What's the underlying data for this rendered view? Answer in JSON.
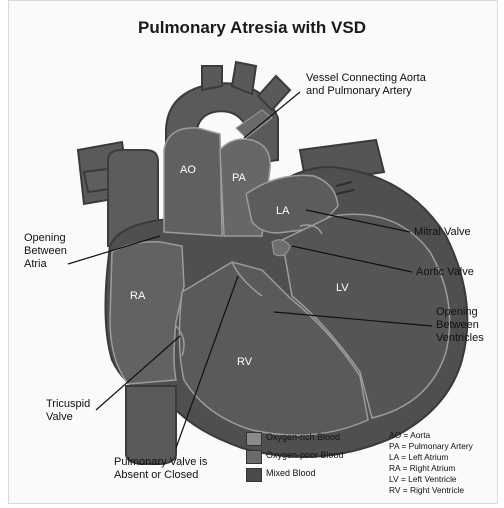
{
  "title": "Pulmonary Atresia with VSD",
  "labels": {
    "vessel_connecting": "Vessel Connecting Aorta\nand Pulmonary Artery",
    "opening_atria": "Opening\nBetween\nAtria",
    "mitral_valve": "Mitral Valve",
    "aortic_valve": "Aortic Valve",
    "opening_ventricles": "Opening\nBetween\nVentricles",
    "tricuspid_valve": "Tricuspid\nValve",
    "pulmonary_valve": "Pulmonary Valve is\nAbsent or Closed"
  },
  "chambers": {
    "ao": "AO",
    "pa": "PA",
    "la": "LA",
    "ra": "RA",
    "lv": "LV",
    "rv": "RV"
  },
  "legend": [
    {
      "label": "Oxygen-rich Blood",
      "color": "#8a8a8a"
    },
    {
      "label": "Oxygen-poor Blood",
      "color": "#6a6a6a"
    },
    {
      "label": "Mixed Blood",
      "color": "#4a4a4a"
    }
  ],
  "abbreviations": [
    "AO = Aorta",
    "PA = Pulmonary Artery",
    "LA = Left Atrium",
    "RA = Right Atrium",
    "LV = Left Ventricle",
    "RV = Right Ventricle"
  ],
  "colors": {
    "heart_outer": "#4d4d4d",
    "heart_mid": "#5f5f5f",
    "wall_line": "#9c9c9c",
    "leader": "#111111"
  }
}
